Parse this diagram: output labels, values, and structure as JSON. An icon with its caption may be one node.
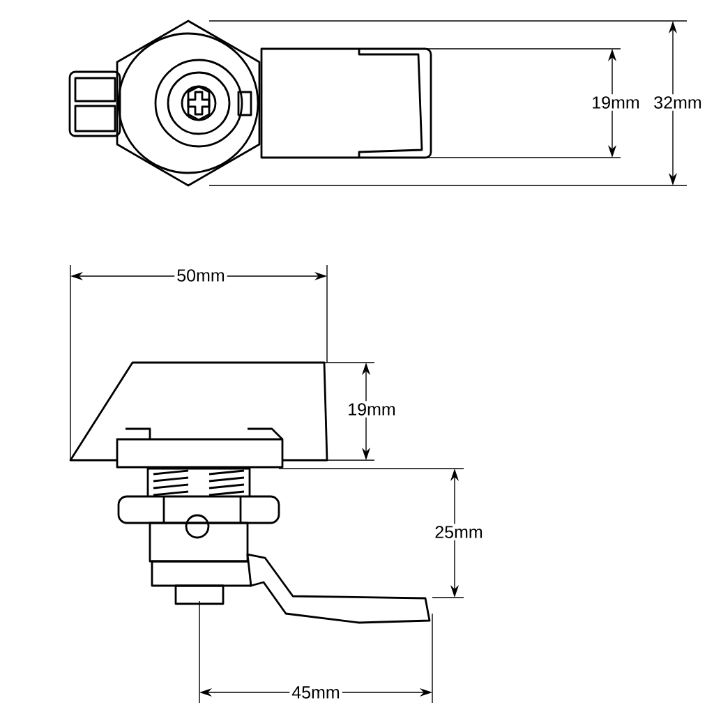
{
  "diagram": {
    "labels": [
      "19mm",
      "32mm",
      "50mm",
      "19mm",
      "25mm",
      "45mm"
    ]
  }
}
